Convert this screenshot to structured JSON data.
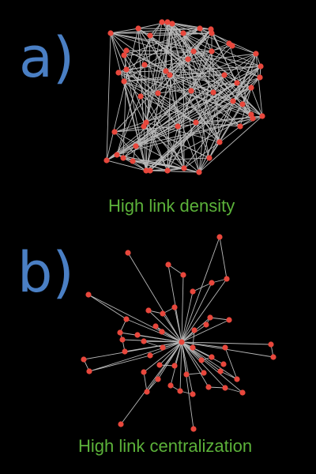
{
  "panels": [
    {
      "label": "a)",
      "caption": "High link density",
      "network": "dense"
    },
    {
      "label": "b)",
      "caption": "High link centralization",
      "network": "hub"
    }
  ],
  "colors": {
    "label": "#4a7fc4",
    "caption": "#5cb23a",
    "node": "#e8473c",
    "edge": "#b8b8b8",
    "background": "#000000"
  }
}
